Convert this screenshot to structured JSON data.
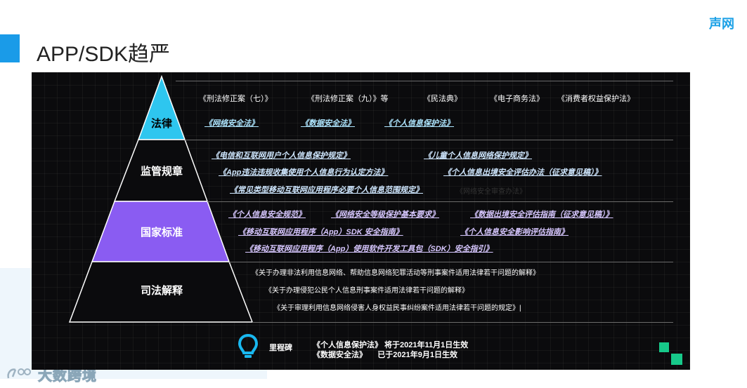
{
  "brand": "声网",
  "title": "APP/SDK趋严",
  "watermark": "大数跨境",
  "tiers": [
    "法律",
    "监管规章",
    "国家标准",
    "司法解释"
  ],
  "law": {
    "plain": [
      "《刑法修正案（七）》",
      "《刑法修正案（九）》等",
      "《民法典》",
      "《电子商务法》",
      "《消费者权益保护法》"
    ],
    "highlight": [
      "《网络安全法》",
      "《数据安全法》",
      "《个人信息保护法》"
    ]
  },
  "regulation": {
    "row1": [
      "《电信和互联网用户个人信息保护规定》",
      "《儿童个人信息网络保护规定》"
    ],
    "row2": [
      "《App违法违规收集使用个人信息行为认定方法》",
      "《个人信息出境安全评估办法（征求意见稿）》"
    ],
    "row3": [
      "《常见类型移动互联网应用程序必要个人信息范围规定》",
      "《网络安全审查办法》"
    ]
  },
  "standard": {
    "row1": [
      "《个人信息安全规范》",
      "《网络安全等级保护基本要求》",
      "《数据出境安全评估指南（征求意见稿）》"
    ],
    "row2": [
      "《移动互联网应用程序（App）SDK 安全指南》",
      "《个人信息安全影响评估指南》"
    ],
    "row3": [
      "《移动互联网应用程序（App）使用软件开发工具包（SDK）安全指引》"
    ]
  },
  "judicial": [
    "《关于办理非法利用信息网络、帮助信息网络犯罪活动等刑事案件适用法律若干问题的解释》",
    "《关于办理侵犯公民个人信息刑事案件适用法律若干问题的解释》",
    "《关于审理利用信息网络侵害人身权益民事纠纷案件适用法律若干问题的规定》|"
  ],
  "milestone": {
    "label": "里程碑",
    "line1": "《个人信息保护法》 将于2021年11月1日生效",
    "line2": "《数据安全法》     已于2021年9月1日生效"
  },
  "colors": {
    "accent": "#1a9be8",
    "tier_law": "#2ec6ef",
    "tier_standard": "#8a5cf2",
    "deco": "#17c98a"
  },
  "icons": [
    "lightbulb-icon",
    "brand-logo-icon"
  ]
}
